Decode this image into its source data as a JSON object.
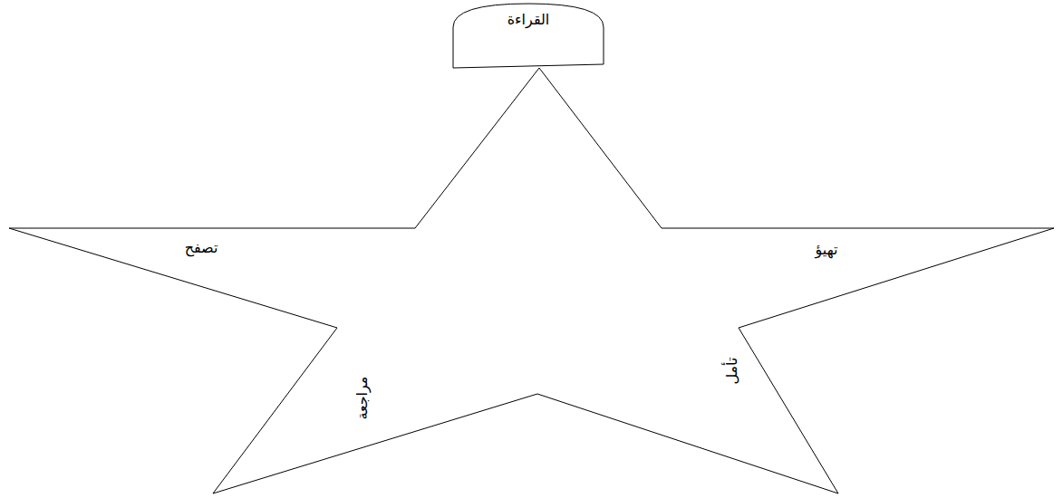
{
  "diagram": {
    "nodes": [
      {
        "text": [
          "تهيؤ",
          "تصفح",
          "تأمل",
          "مراجعة"
        ]
      },
      {
        "text": [
          "القراءة"
        ]
      }
    ]
  }
}
